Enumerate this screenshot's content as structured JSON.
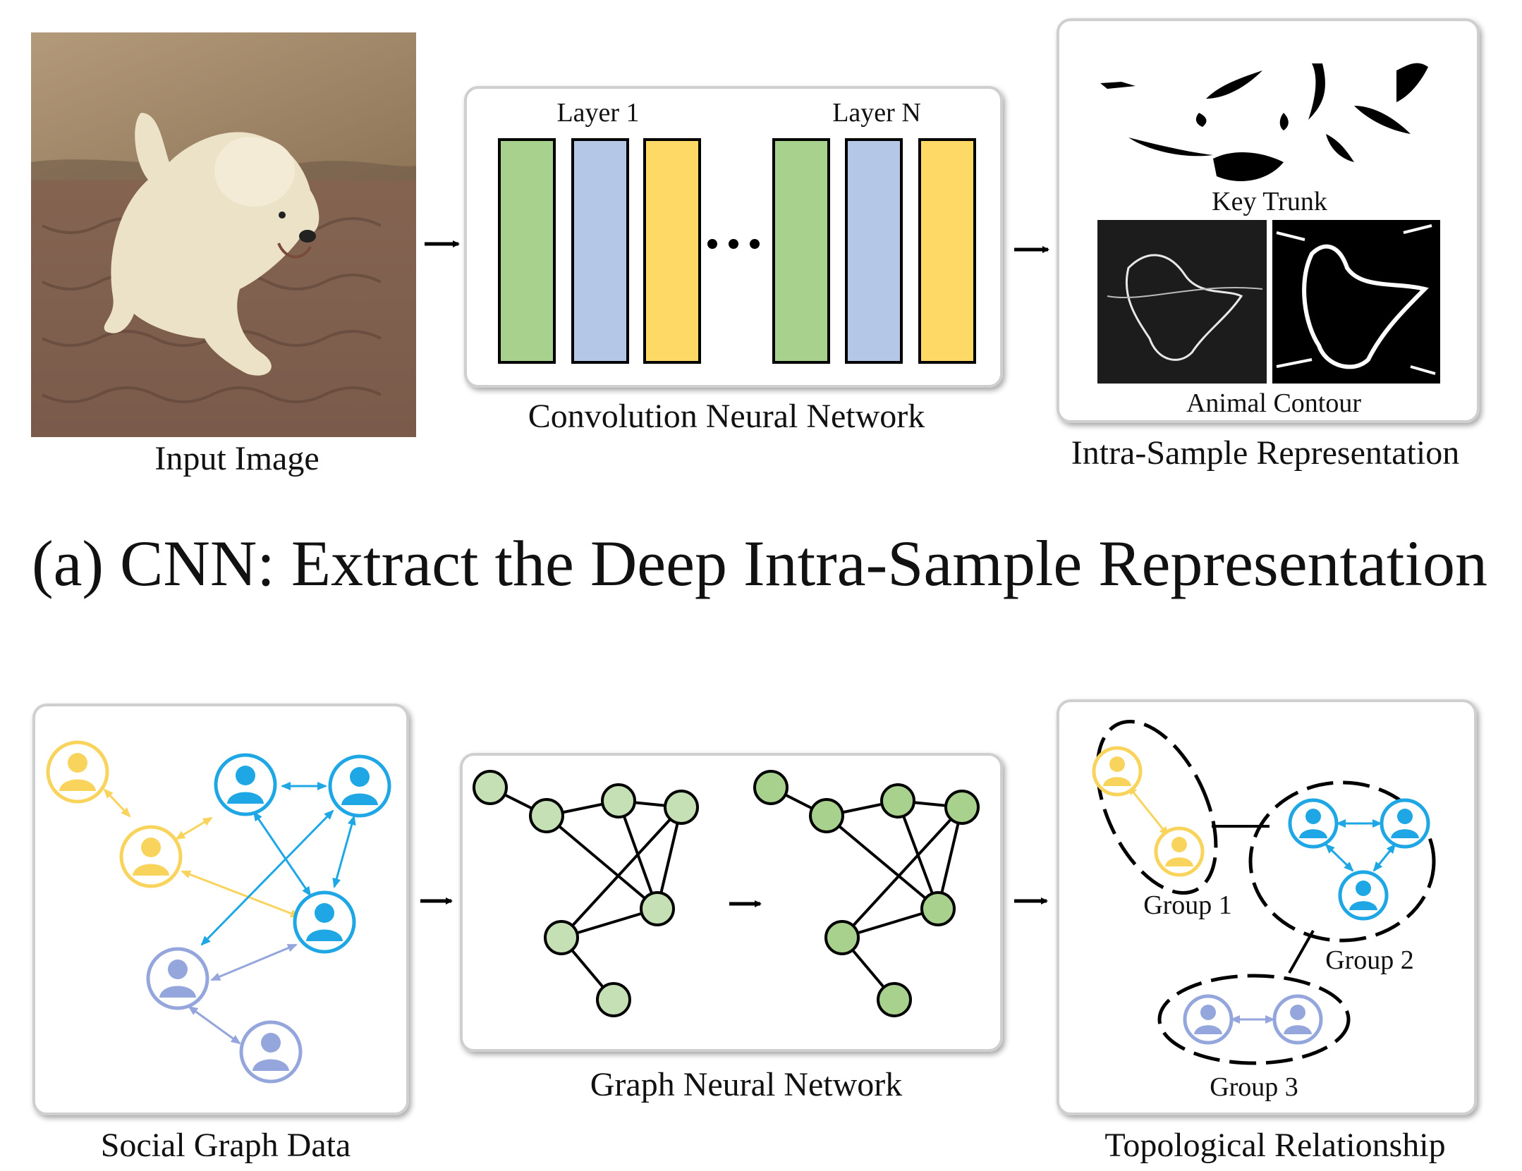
{
  "panel_a": {
    "caption": "(a) CNN: Extract the Deep Intra-Sample Representation",
    "input_label": "Input Image",
    "cnn_label": "Convolution Neural Network",
    "layer1_label": "Layer 1",
    "layerN_label": "Layer N",
    "key_trunk_label": "Key Trunk",
    "animal_contour_label": "Animal Contour",
    "intra_label": "Intra-Sample Representation",
    "layer_colors": [
      "#a9d18e",
      "#b4c7e7",
      "#ffd966"
    ]
  },
  "panel_b": {
    "social_label": "Social Graph Data",
    "gnn_label": "Graph Neural Network",
    "topo_label": "Topological Relationship",
    "groups": [
      "Group 1",
      "Group 2",
      "Group 3"
    ],
    "colors": {
      "yellow_user": "#f9d45c",
      "blue_user": "#1ea7e4",
      "purple_user": "#95a6dc",
      "gnn_node": "#c5e0b4",
      "gnn_node_dark": "#a9d18e"
    }
  }
}
